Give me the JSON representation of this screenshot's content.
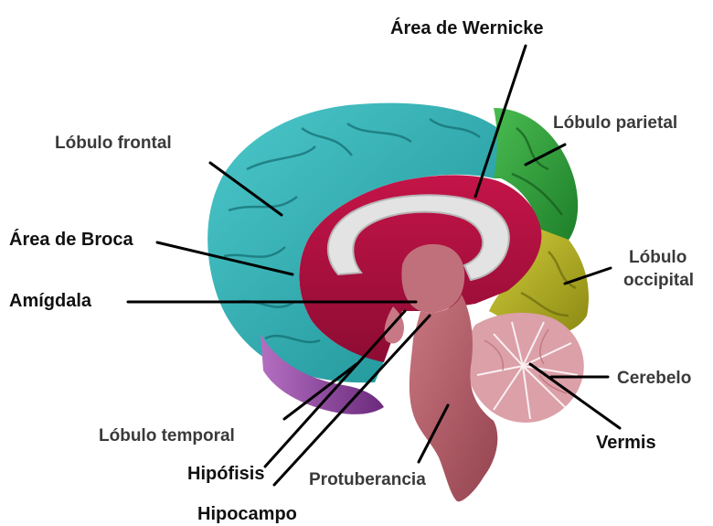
{
  "labels": {
    "wernicke": "Área de Wernicke",
    "lobulo_frontal": "Lóbulo frontal",
    "lobulo_parietal": "Lóbulo parietal",
    "broca": "Área de Broca",
    "lobulo_occipital_1": "Lóbulo",
    "lobulo_occipital_2": "occipital",
    "amigdala": "Amígdala",
    "cerebelo": "Cerebelo",
    "vermis": "Vermis",
    "lobulo_temporal": "Lóbulo temporal",
    "hipofisis": "Hipófisis",
    "protuberancia": "Protuberancia",
    "hipocampo": "Hipocampo"
  },
  "colors": {
    "frontal": "#2aa9ad",
    "parietal": "#2e9f3a",
    "occipital": "#a9a51e",
    "limbic": "#b3103f",
    "corpus_callosum": "#dcdcdc",
    "brainstem": "#b9626c",
    "cerebellum": "#d89aa3",
    "temporal": "#8a3d9a"
  }
}
